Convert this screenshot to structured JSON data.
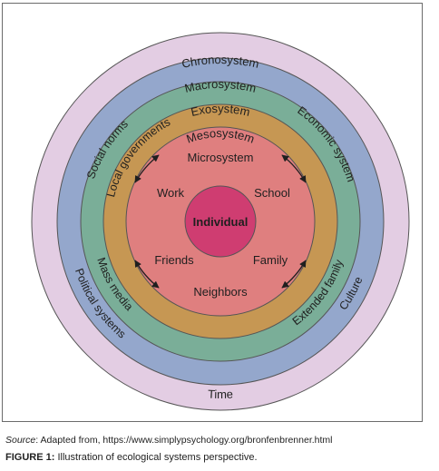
{
  "colors": {
    "chronosystem": "#e3cde3",
    "macrosystem": "#94a7cc",
    "exosystem": "#7aae98",
    "mesosystem": "#c69753",
    "microsystem": "#df7f7f",
    "individual": "#cf3d71",
    "ring_stroke": "#555555"
  },
  "rings": {
    "chronosystem": "Chronosystem",
    "macrosystem": "Macrosystem",
    "exosystem": "Exosystem",
    "mesosystem": "Mesosystem",
    "microsystem": "Microsystem",
    "individual": "Individual"
  },
  "chrono_labels": {
    "time": "Time"
  },
  "macro_labels": {
    "social_norms": "Social norms",
    "economic_system": "Economic system",
    "political_systems": "Political systems",
    "culture": "Culture"
  },
  "exo_labels": {
    "local_governments": "Local governments",
    "mass_media": "Mass media",
    "extended_family": "Extended family"
  },
  "micro_labels": {
    "work": "Work",
    "school": "School",
    "friends": "Friends",
    "family": "Family",
    "neighbors": "Neighbors"
  },
  "caption": {
    "source_label": "Source",
    "source_text": ": Adapted from, https://www.simplypsychology.org/bronfenbrenner.html",
    "figure_label": "FIGURE 1:",
    "figure_text": " Illustration of ecological systems perspective."
  }
}
